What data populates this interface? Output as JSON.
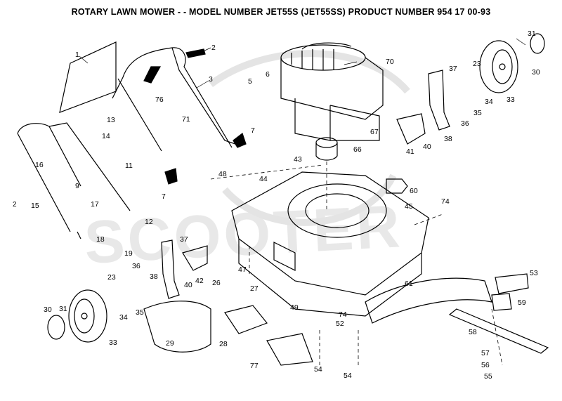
{
  "title": "ROTARY LAWN MOWER - - MODEL NUMBER JET55S (JET55SS) PRODUCT NUMBER 954 17 00-93",
  "page_marker": "2",
  "watermark": "SCOOTER",
  "part_numbers": [
    "1",
    "2",
    "3",
    "5",
    "6",
    "7",
    "9",
    "11",
    "12",
    "13",
    "14",
    "15",
    "16",
    "17",
    "18",
    "19",
    "23",
    "26",
    "27",
    "28",
    "29",
    "30",
    "31",
    "33",
    "34",
    "35",
    "36",
    "37",
    "38",
    "40",
    "41",
    "42",
    "43",
    "44",
    "45",
    "47",
    "48",
    "49",
    "52",
    "53",
    "54",
    "55",
    "56",
    "57",
    "58",
    "59",
    "60",
    "61",
    "66",
    "67",
    "70",
    "71",
    "74",
    "76",
    "77"
  ]
}
